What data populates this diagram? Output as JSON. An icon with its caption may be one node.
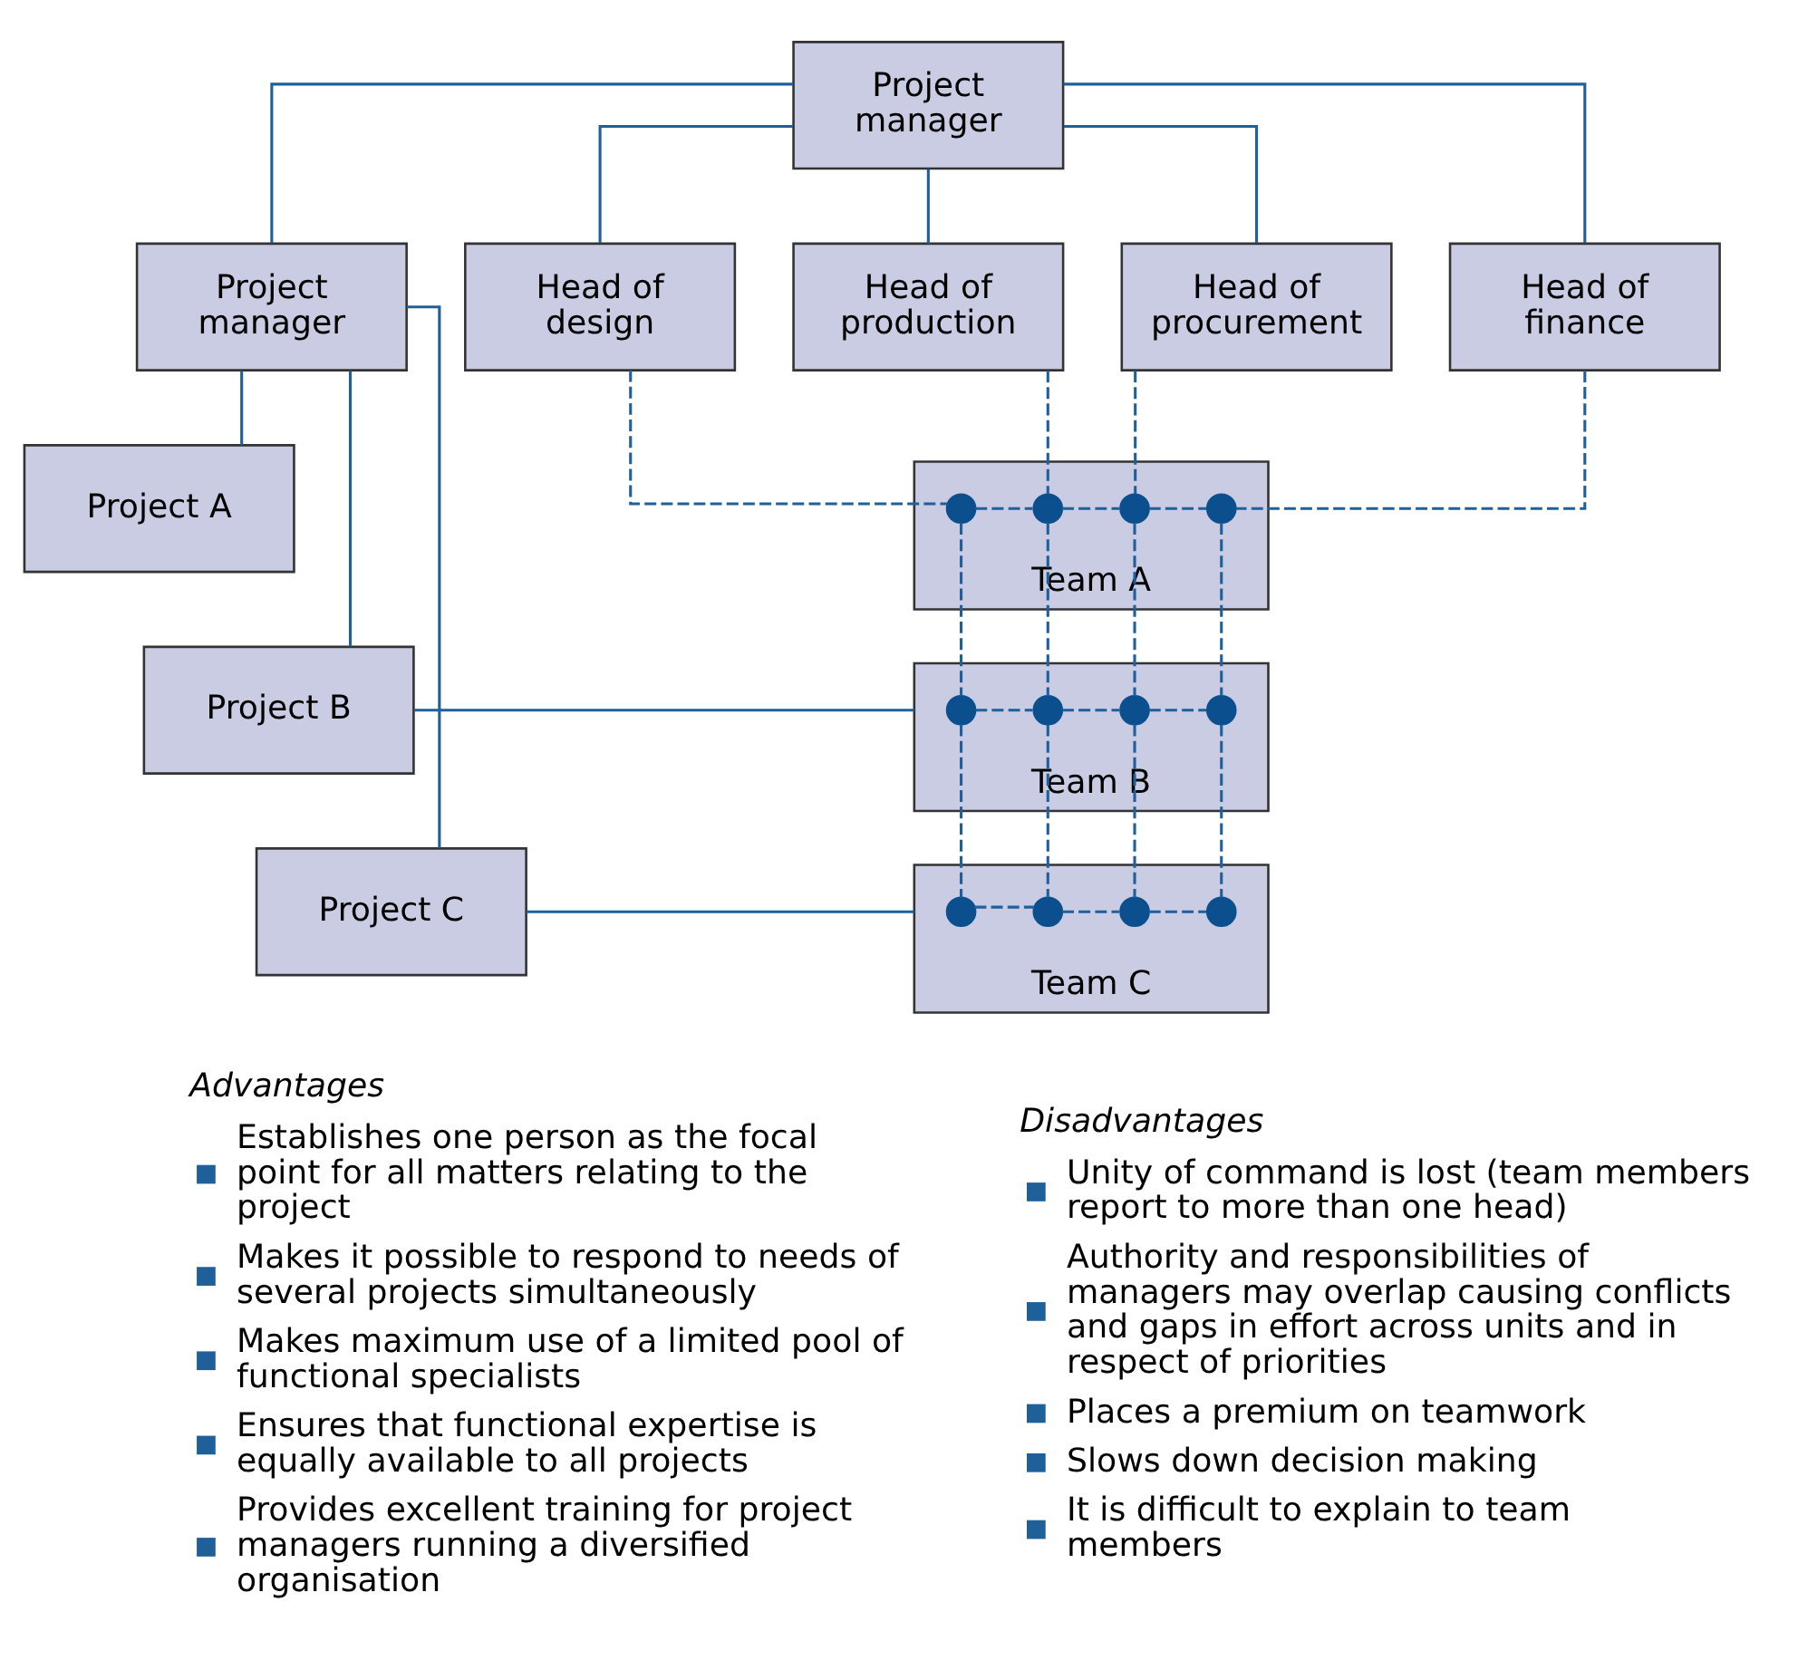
{
  "diagram": {
    "nodes": [
      {
        "text": [
          "Project manager"
        ]
      },
      {
        "text": [
          "Project manager"
        ]
      },
      {
        "text": [
          "Head of design"
        ]
      },
      {
        "text": [
          "Head of production"
        ]
      },
      {
        "text": [
          "Head of procurement"
        ]
      },
      {
        "text": [
          "Head of finance"
        ]
      },
      {
        "text": [
          "Project A"
        ]
      },
      {
        "text": [
          "Project B"
        ]
      },
      {
        "text": [
          "Project C"
        ]
      },
      {
        "text": [
          "Team A"
        ]
      },
      {
        "text": [
          "Team B"
        ]
      },
      {
        "text": [
          "Team C"
        ]
      },
      {
        "text": [],
        "shape": "circle",
        "in": 9
      },
      {
        "text": [],
        "shape": "circle",
        "in": 9
      },
      {
        "text": [],
        "shape": "circle",
        "in": 9
      },
      {
        "text": [],
        "shape": "circle",
        "in": 9
      },
      {
        "text": [],
        "shape": "circle",
        "in": 10
      },
      {
        "text": [],
        "shape": "circle",
        "in": 10
      },
      {
        "text": [],
        "shape": "circle",
        "in": 10
      },
      {
        "text": [],
        "shape": "circle",
        "in": 10
      },
      {
        "text": [],
        "shape": "circle",
        "in": 11
      },
      {
        "text": [],
        "shape": "circle",
        "in": 11
      },
      {
        "text": [],
        "shape": "circle",
        "in": 11
      },
      {
        "text": [],
        "shape": "circle",
        "in": 11
      }
    ],
    "edges": [
      {
        "from": 0,
        "to": 1,
        "arrow": "none"
      },
      {
        "from": 0,
        "to": 2,
        "arrow": "none"
      },
      {
        "from": 0,
        "to": 3,
        "arrow": "none"
      },
      {
        "from": 0,
        "to": 4,
        "arrow": "none"
      },
      {
        "from": 0,
        "to": 5,
        "arrow": "none"
      },
      {
        "from": 1,
        "to": 6,
        "arrow": "none"
      },
      {
        "from": 1,
        "to": 7,
        "arrow": "none"
      },
      {
        "from": 1,
        "to": 8,
        "arrow": "none"
      },
      {
        "from": 7,
        "to": 10,
        "arrow": "none"
      },
      {
        "from": 8,
        "to": 11,
        "arrow": "none"
      },
      {
        "from": 2,
        "to": 12,
        "arrow": "none",
        "style": "dashed"
      },
      {
        "from": 12,
        "to": 16,
        "arrow": "none",
        "style": "dashed"
      },
      {
        "from": 16,
        "to": 20,
        "arrow": "none",
        "style": "dashed"
      },
      {
        "from": 3,
        "to": 13,
        "arrow": "none",
        "style": "dashed"
      },
      {
        "from": 13,
        "to": 17,
        "arrow": "none",
        "style": "dashed"
      },
      {
        "from": 17,
        "to": 21,
        "arrow": "none",
        "style": "dashed"
      },
      {
        "from": 4,
        "to": 14,
        "arrow": "none",
        "style": "dashed"
      },
      {
        "from": 14,
        "to": 18,
        "arrow": "none",
        "style": "dashed"
      },
      {
        "from": 18,
        "to": 22,
        "arrow": "none",
        "style": "dashed"
      },
      {
        "from": 5,
        "to": 15,
        "arrow": "none",
        "style": "dashed"
      },
      {
        "from": 15,
        "to": 19,
        "arrow": "none",
        "style": "dashed"
      },
      {
        "from": 19,
        "to": 23,
        "arrow": "none",
        "style": "dashed"
      },
      {
        "from": 12,
        "to": 13,
        "arrow": "none",
        "style": "dashed"
      },
      {
        "from": 13,
        "to": 14,
        "arrow": "none",
        "style": "dashed"
      },
      {
        "from": 14,
        "to": 15,
        "arrow": "none",
        "style": "dashed"
      },
      {
        "from": 16,
        "to": 17,
        "arrow": "none",
        "style": "dashed"
      },
      {
        "from": 17,
        "to": 18,
        "arrow": "none",
        "style": "dashed"
      },
      {
        "from": 18,
        "to": 19,
        "arrow": "none",
        "style": "dashed"
      },
      {
        "from": 20,
        "to": 21,
        "arrow": "none",
        "style": "dashed"
      },
      {
        "from": 21,
        "to": 22,
        "arrow": "none",
        "style": "dashed"
      },
      {
        "from": 22,
        "to": 23,
        "arrow": "none",
        "style": "dashed"
      }
    ],
    "labels": [
      "Advantages",
      "Establishes one person as the focal point for all matters relating to the project",
      "Makes it possible to respond to needs of several projects simultaneously",
      "Makes maximum use of a limited pool of functional specialists",
      "Ensures that functional expertise is equally available to all projects",
      "Provides excellent training for project managers running a diversified organisation",
      "Disadvantages",
      "Unity of command is lost (team members report to more than one head)",
      "Authority and responsibilities of managers may overlap causing conflicts and gaps in effort across units and in respect of priorities",
      "Places a premium on teamwork",
      "Slows down decision making",
      "It is difficult to explain to team members"
    ]
  }
}
